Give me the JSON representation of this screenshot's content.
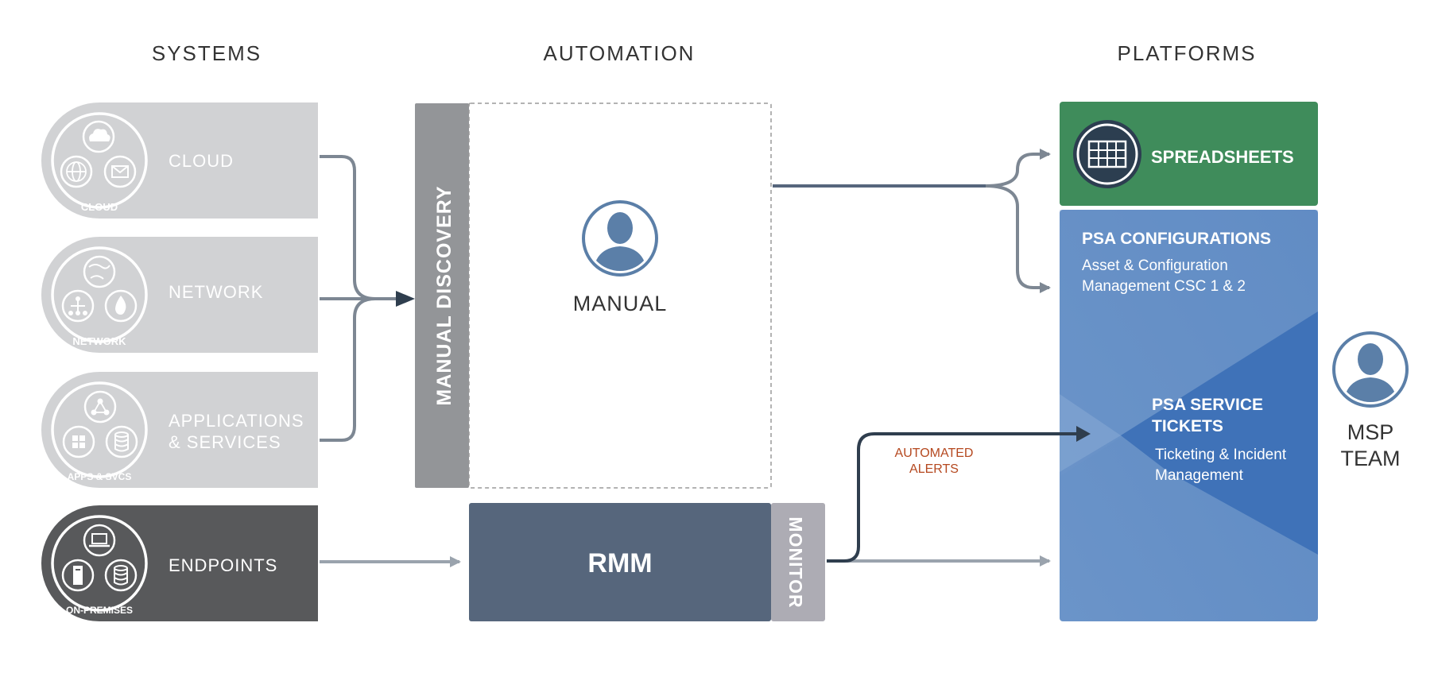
{
  "headers": {
    "systems": "SYSTEMS",
    "automation": "AUTOMATION",
    "platforms": "PLATFORMS"
  },
  "systems": {
    "cloud": {
      "label": "CLOUD",
      "badge": "CLOUD"
    },
    "network": {
      "label": "NETWORK",
      "badge": "NETWORK"
    },
    "apps": {
      "label_line1": "APPLICATIONS",
      "label_line2": "& SERVICES",
      "badge": "APPS & SVCS"
    },
    "endpoints": {
      "label": "ENDPOINTS",
      "badge": "ON-PREMISES"
    }
  },
  "automation": {
    "manual_discovery": "MANUAL DISCOVERY",
    "manual": "MANUAL",
    "rmm": "RMM",
    "monitor": "MONITOR",
    "automated_alerts_line1": "AUTOMATED",
    "automated_alerts_line2": "ALERTS"
  },
  "platforms": {
    "spreadsheets": "SPREADSHEETS",
    "psa_config_title": "PSA CONFIGURATIONS",
    "psa_config_line1": "Asset & Configuration",
    "psa_config_line2": "Management CSC 1 & 2",
    "psa_tickets_line1": "PSA SERVICE",
    "psa_tickets_line2": "TICKETS",
    "psa_tickets_desc1": "Ticketing & Incident",
    "psa_tickets_desc2": "Management"
  },
  "team": {
    "line1": "MSP",
    "line2": "TEAM"
  },
  "colors": {
    "system_gray": "#d1d2d4",
    "endpoint_dark": "#58595b",
    "discovery_bar": "#939598",
    "rmm_blue": "#56667c",
    "monitor_gray": "#adacb4",
    "spreadsheet_green": "#3f8c5b",
    "psa_blue": "#6590c7",
    "psa_blue_dark": "#3f72b8",
    "person_blue": "#5b7fa8",
    "connector_dark": "#2f3e4e",
    "connector_gray": "#7d8793",
    "alert_orange": "#b5481f"
  }
}
